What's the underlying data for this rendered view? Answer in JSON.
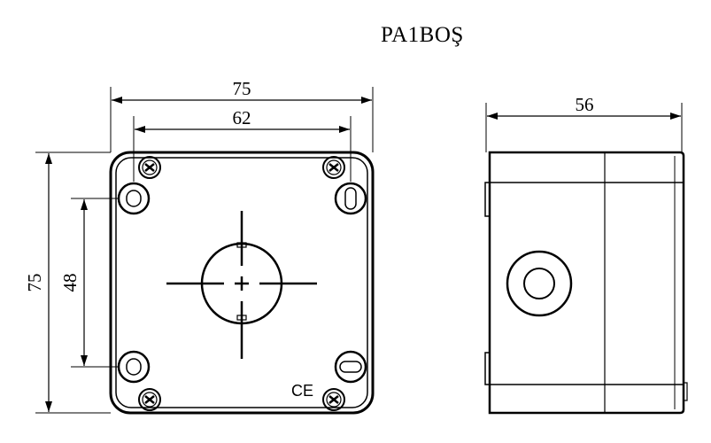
{
  "title": "PA1BOŞ",
  "dimensions": {
    "front_width": "75",
    "front_hole_spacing": "62",
    "front_height": "75",
    "front_vertical_spacing": "48",
    "side_depth": "56"
  },
  "mark": "CE",
  "colors": {
    "line": "#000000",
    "background": "#ffffff"
  }
}
